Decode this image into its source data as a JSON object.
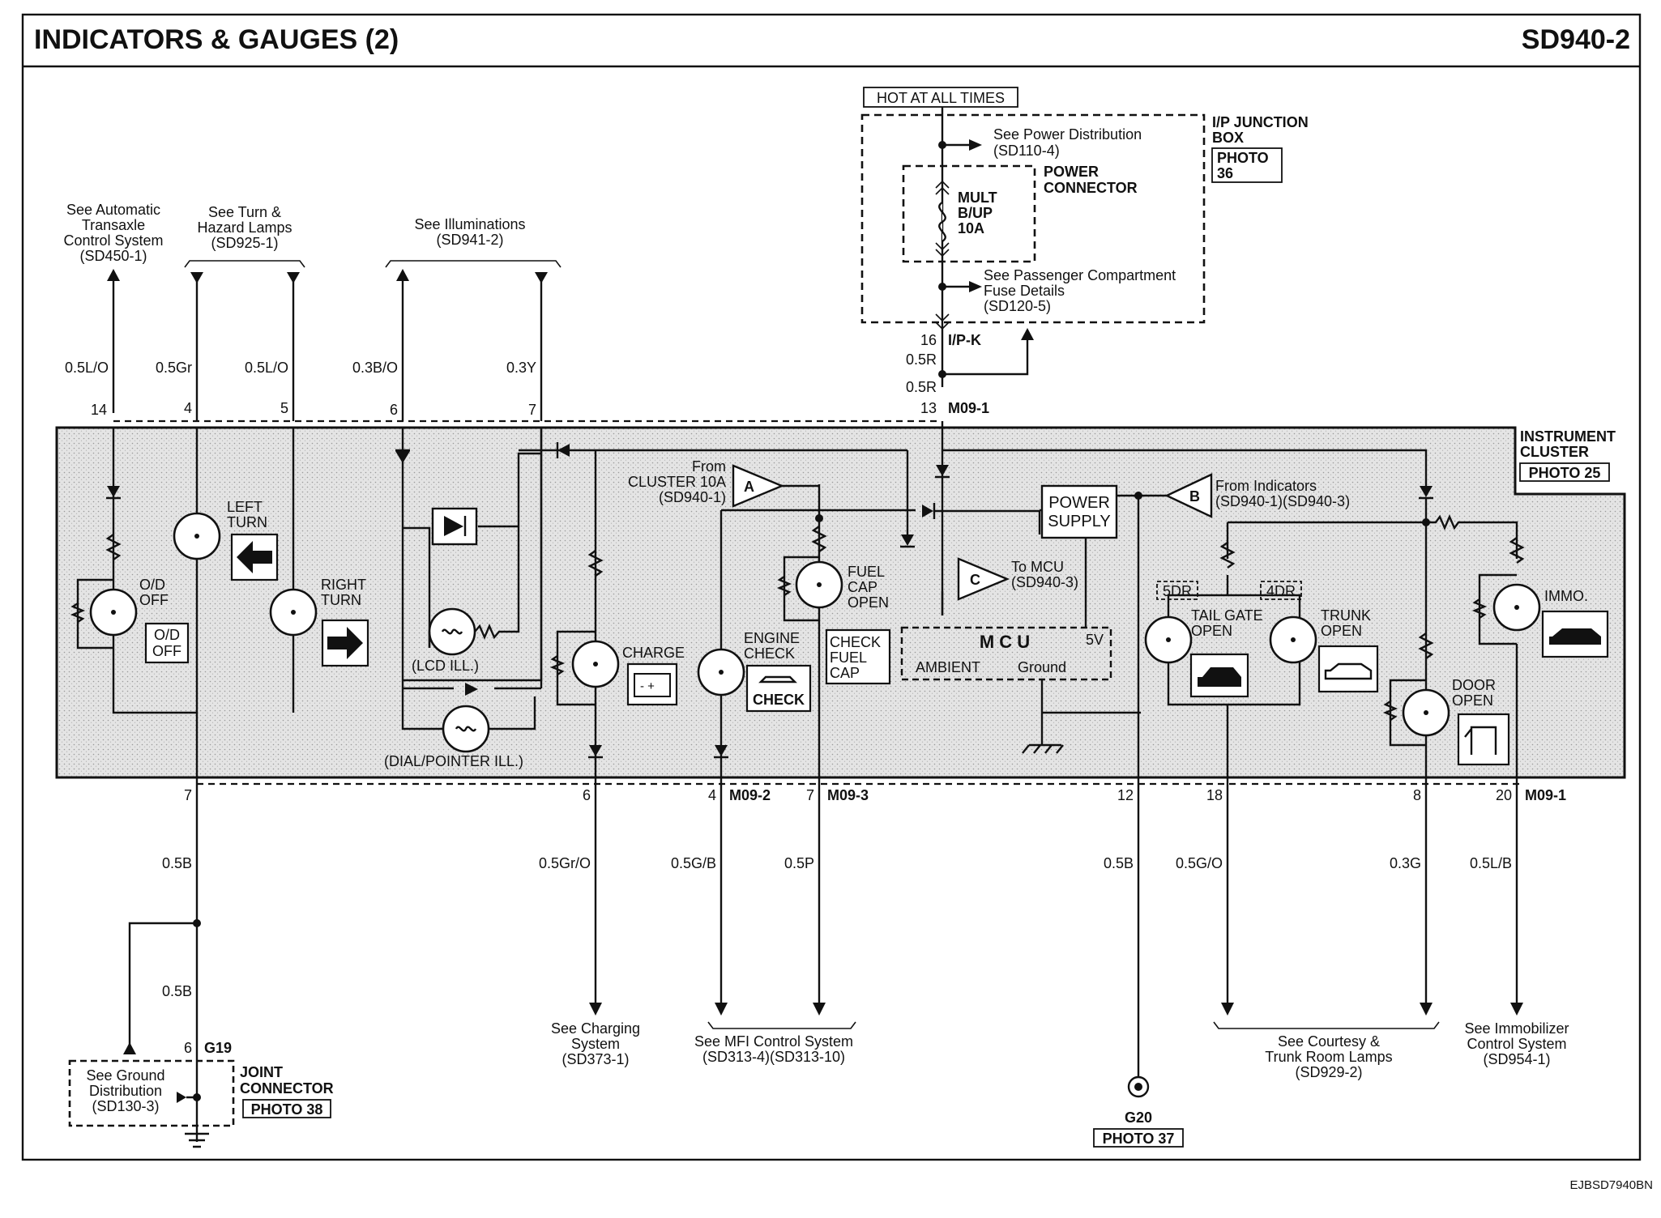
{
  "header": {
    "title": "INDICATORS & GAUGES (2)",
    "code": "SD940-2"
  },
  "footer_code": "EJBSD7940BN",
  "top_refs": [
    {
      "id": "atcs",
      "lines": [
        "See Automatic",
        "Transaxle",
        "Control System",
        "(SD450-1)"
      ]
    },
    {
      "id": "turn",
      "lines": [
        "See Turn &",
        "Hazard Lamps",
        "(SD925-1)"
      ]
    },
    {
      "id": "illum",
      "lines": [
        "See Illuminations",
        "(SD941-2)"
      ]
    }
  ],
  "top_wires": [
    {
      "pin": "14",
      "color": "0.5L/O"
    },
    {
      "pin": "4",
      "color": "0.5Gr"
    },
    {
      "pin": "5",
      "color": "0.5L/O"
    },
    {
      "pin": "6",
      "color": "0.3B/O"
    },
    {
      "pin": "7",
      "color": "0.3Y"
    }
  ],
  "jbox": {
    "hot": "HOT AT ALL TIMES",
    "name": [
      "I/P JUNCTION",
      "BOX"
    ],
    "photo": [
      "PHOTO",
      "36"
    ],
    "power_distribution": [
      "See Power Distribution",
      "(SD110-4)"
    ],
    "power_connector": [
      "POWER",
      "CONNECTOR"
    ],
    "fuse": [
      "MULT",
      "B/UP",
      "10A"
    ],
    "passenger": [
      "See Passenger Compartment",
      "Fuse Details",
      "(SD120-5)"
    ],
    "connector_pin": "16",
    "connector_name": "I/P-K",
    "wire1": "0.5R",
    "wire2": "0.5R",
    "cluster_pin": "13",
    "cluster_conn": "M09-1"
  },
  "cluster": {
    "name": [
      "INSTRUMENT",
      "CLUSTER"
    ],
    "photo": "PHOTO 25",
    "left_turn": [
      "LEFT",
      "TURN"
    ],
    "right_turn": [
      "RIGHT",
      "TURN"
    ],
    "od_label": [
      "O/D",
      "OFF"
    ],
    "od_icon": [
      "O/D",
      "OFF"
    ],
    "lcd": "(LCD ILL.)",
    "dial": "(DIAL/POINTER ILL.)",
    "from_cluster": [
      "From",
      "CLUSTER 10A",
      "(SD940-1)"
    ],
    "tag_a": "A",
    "tag_b": "B",
    "tag_c": "C",
    "charge": "CHARGE",
    "engine_check": [
      "ENGINE",
      "CHECK"
    ],
    "check_icon": "CHECK",
    "fuel_cap": [
      "FUEL",
      "CAP",
      "OPEN"
    ],
    "check_fuel_cap": [
      "CHECK",
      "FUEL",
      "CAP"
    ],
    "to_mcu": [
      "To MCU",
      "(SD940-3)"
    ],
    "power_supply": [
      "POWER",
      "SUPPLY"
    ],
    "mcu": "M C U",
    "mcu_5v": "5V",
    "mcu_ambient": "AMBIENT",
    "mcu_ground": "Ground",
    "from_indicators": [
      "From Indicators",
      "(SD940-1)(SD940-3)"
    ],
    "dr5": "5DR",
    "dr4": "4DR",
    "tailgate": [
      "TAIL GATE",
      "OPEN"
    ],
    "trunk": [
      "TRUNK",
      "OPEN"
    ],
    "door": [
      "DOOR",
      "OPEN"
    ],
    "immo": "IMMO."
  },
  "bottom_wires": [
    {
      "pin": "7",
      "color": "0.5B",
      "conn": ""
    },
    {
      "pin": "6",
      "color": "0.5Gr/O",
      "conn": ""
    },
    {
      "pin": "4",
      "color": "0.5G/B",
      "conn": "M09-2"
    },
    {
      "pin": "7",
      "color": "0.5P",
      "conn": "M09-3"
    },
    {
      "pin": "12",
      "color": "0.5B",
      "conn": ""
    },
    {
      "pin": "18",
      "color": "0.5G/O",
      "conn": ""
    },
    {
      "pin": "8",
      "color": "0.3G",
      "conn": ""
    },
    {
      "pin": "20",
      "color": "0.5L/B",
      "conn": "M09-1"
    }
  ],
  "joint": {
    "wire": "0.5B",
    "pin": "6",
    "conn": "G19",
    "name": [
      "JOINT",
      "CONNECTOR"
    ],
    "photo": "PHOTO 38",
    "ground_ref": [
      "See Ground",
      "Distribution",
      "(SD130-3)"
    ]
  },
  "ground_g20": {
    "name": "G20",
    "photo": "PHOTO 37"
  },
  "bottom_refs": [
    {
      "id": "charging",
      "lines": [
        "See Charging",
        "System",
        "(SD373-1)"
      ]
    },
    {
      "id": "mfi",
      "lines": [
        "See MFI Control System",
        "(SD313-4)(SD313-10)"
      ]
    },
    {
      "id": "courtesy",
      "lines": [
        "See Courtesy &",
        "Trunk Room Lamps",
        "(SD929-2)"
      ]
    },
    {
      "id": "immo",
      "lines": [
        "See Immobilizer",
        "Control System",
        "(SD954-1)"
      ]
    }
  ]
}
